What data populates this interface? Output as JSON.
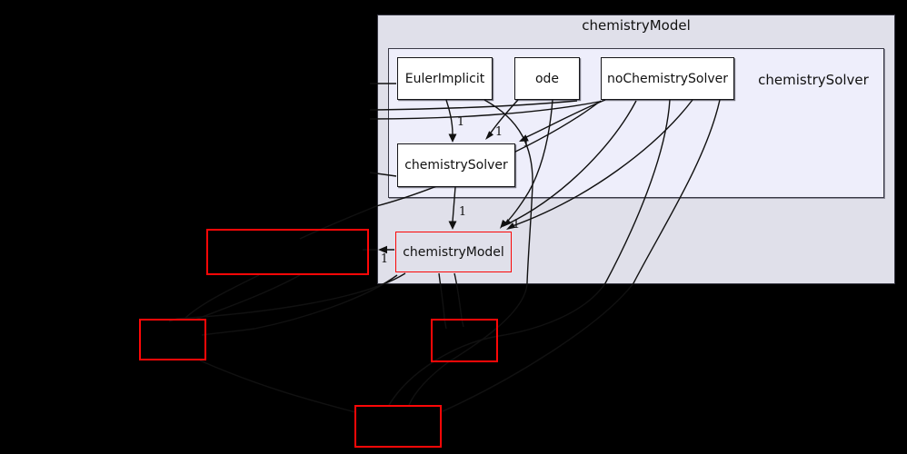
{
  "colors": {
    "background": "#000000",
    "outer_cluster_fill": "#e0e0ea",
    "inner_cluster_fill": "#eeeefb",
    "cluster_border": "#3a3a46",
    "node_fill": "#ffffff",
    "node_border": "#16161a",
    "node_text": "#111111",
    "edge_color": "#111111",
    "external_node_border": "#ff0707",
    "current_node_border": "#fb0606"
  },
  "clusters": {
    "outer_label": "chemistryModel",
    "inner_label": "chemistrySolver"
  },
  "nodes": {
    "euler_implicit": {
      "label": "EulerImplicit"
    },
    "ode": {
      "label": "ode"
    },
    "no_chemistry_solver": {
      "label": "noChemistrySolver"
    },
    "chemistry_solver": {
      "label": "chemistrySolver"
    },
    "chemistry_model": {
      "label": "chemistryModel"
    }
  },
  "edge_labels": {
    "euler_to_solver": "1",
    "ode_to_solver": "1",
    "nochem_to_solver": "1",
    "solver_to_model": "1",
    "deps_to_model": "1",
    "model_to_external": "1"
  }
}
